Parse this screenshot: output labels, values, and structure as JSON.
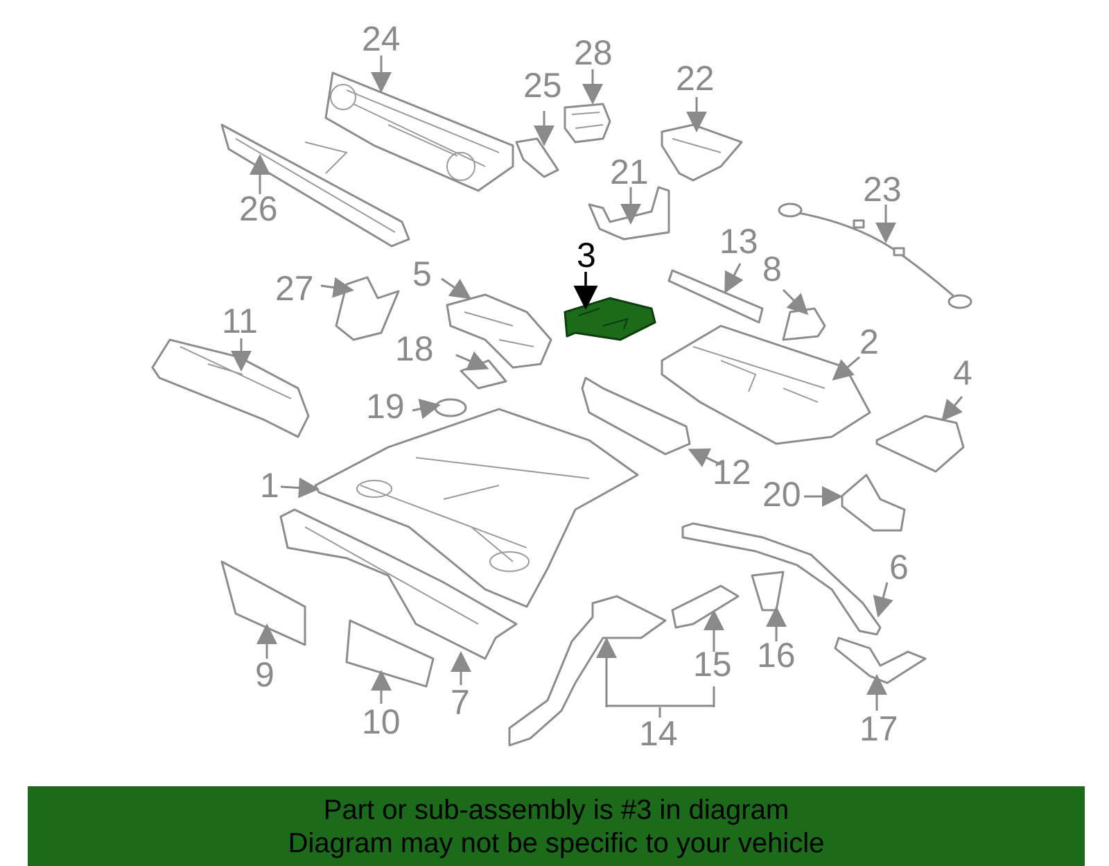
{
  "diagram": {
    "highlighted_part": "3",
    "highlight_color": "#1b6b1b",
    "part_color": "#8c8c8c",
    "callouts": [
      "1",
      "2",
      "3",
      "4",
      "5",
      "6",
      "7",
      "8",
      "9",
      "10",
      "11",
      "12",
      "13",
      "14",
      "15",
      "16",
      "17",
      "18",
      "19",
      "20",
      "21",
      "22",
      "23",
      "24",
      "25",
      "26",
      "27",
      "28"
    ]
  },
  "banner": {
    "line1": "Part or sub-assembly is #3 in diagram",
    "line2": "Diagram may not be specific to your vehicle",
    "background": "#1b6b1b"
  }
}
